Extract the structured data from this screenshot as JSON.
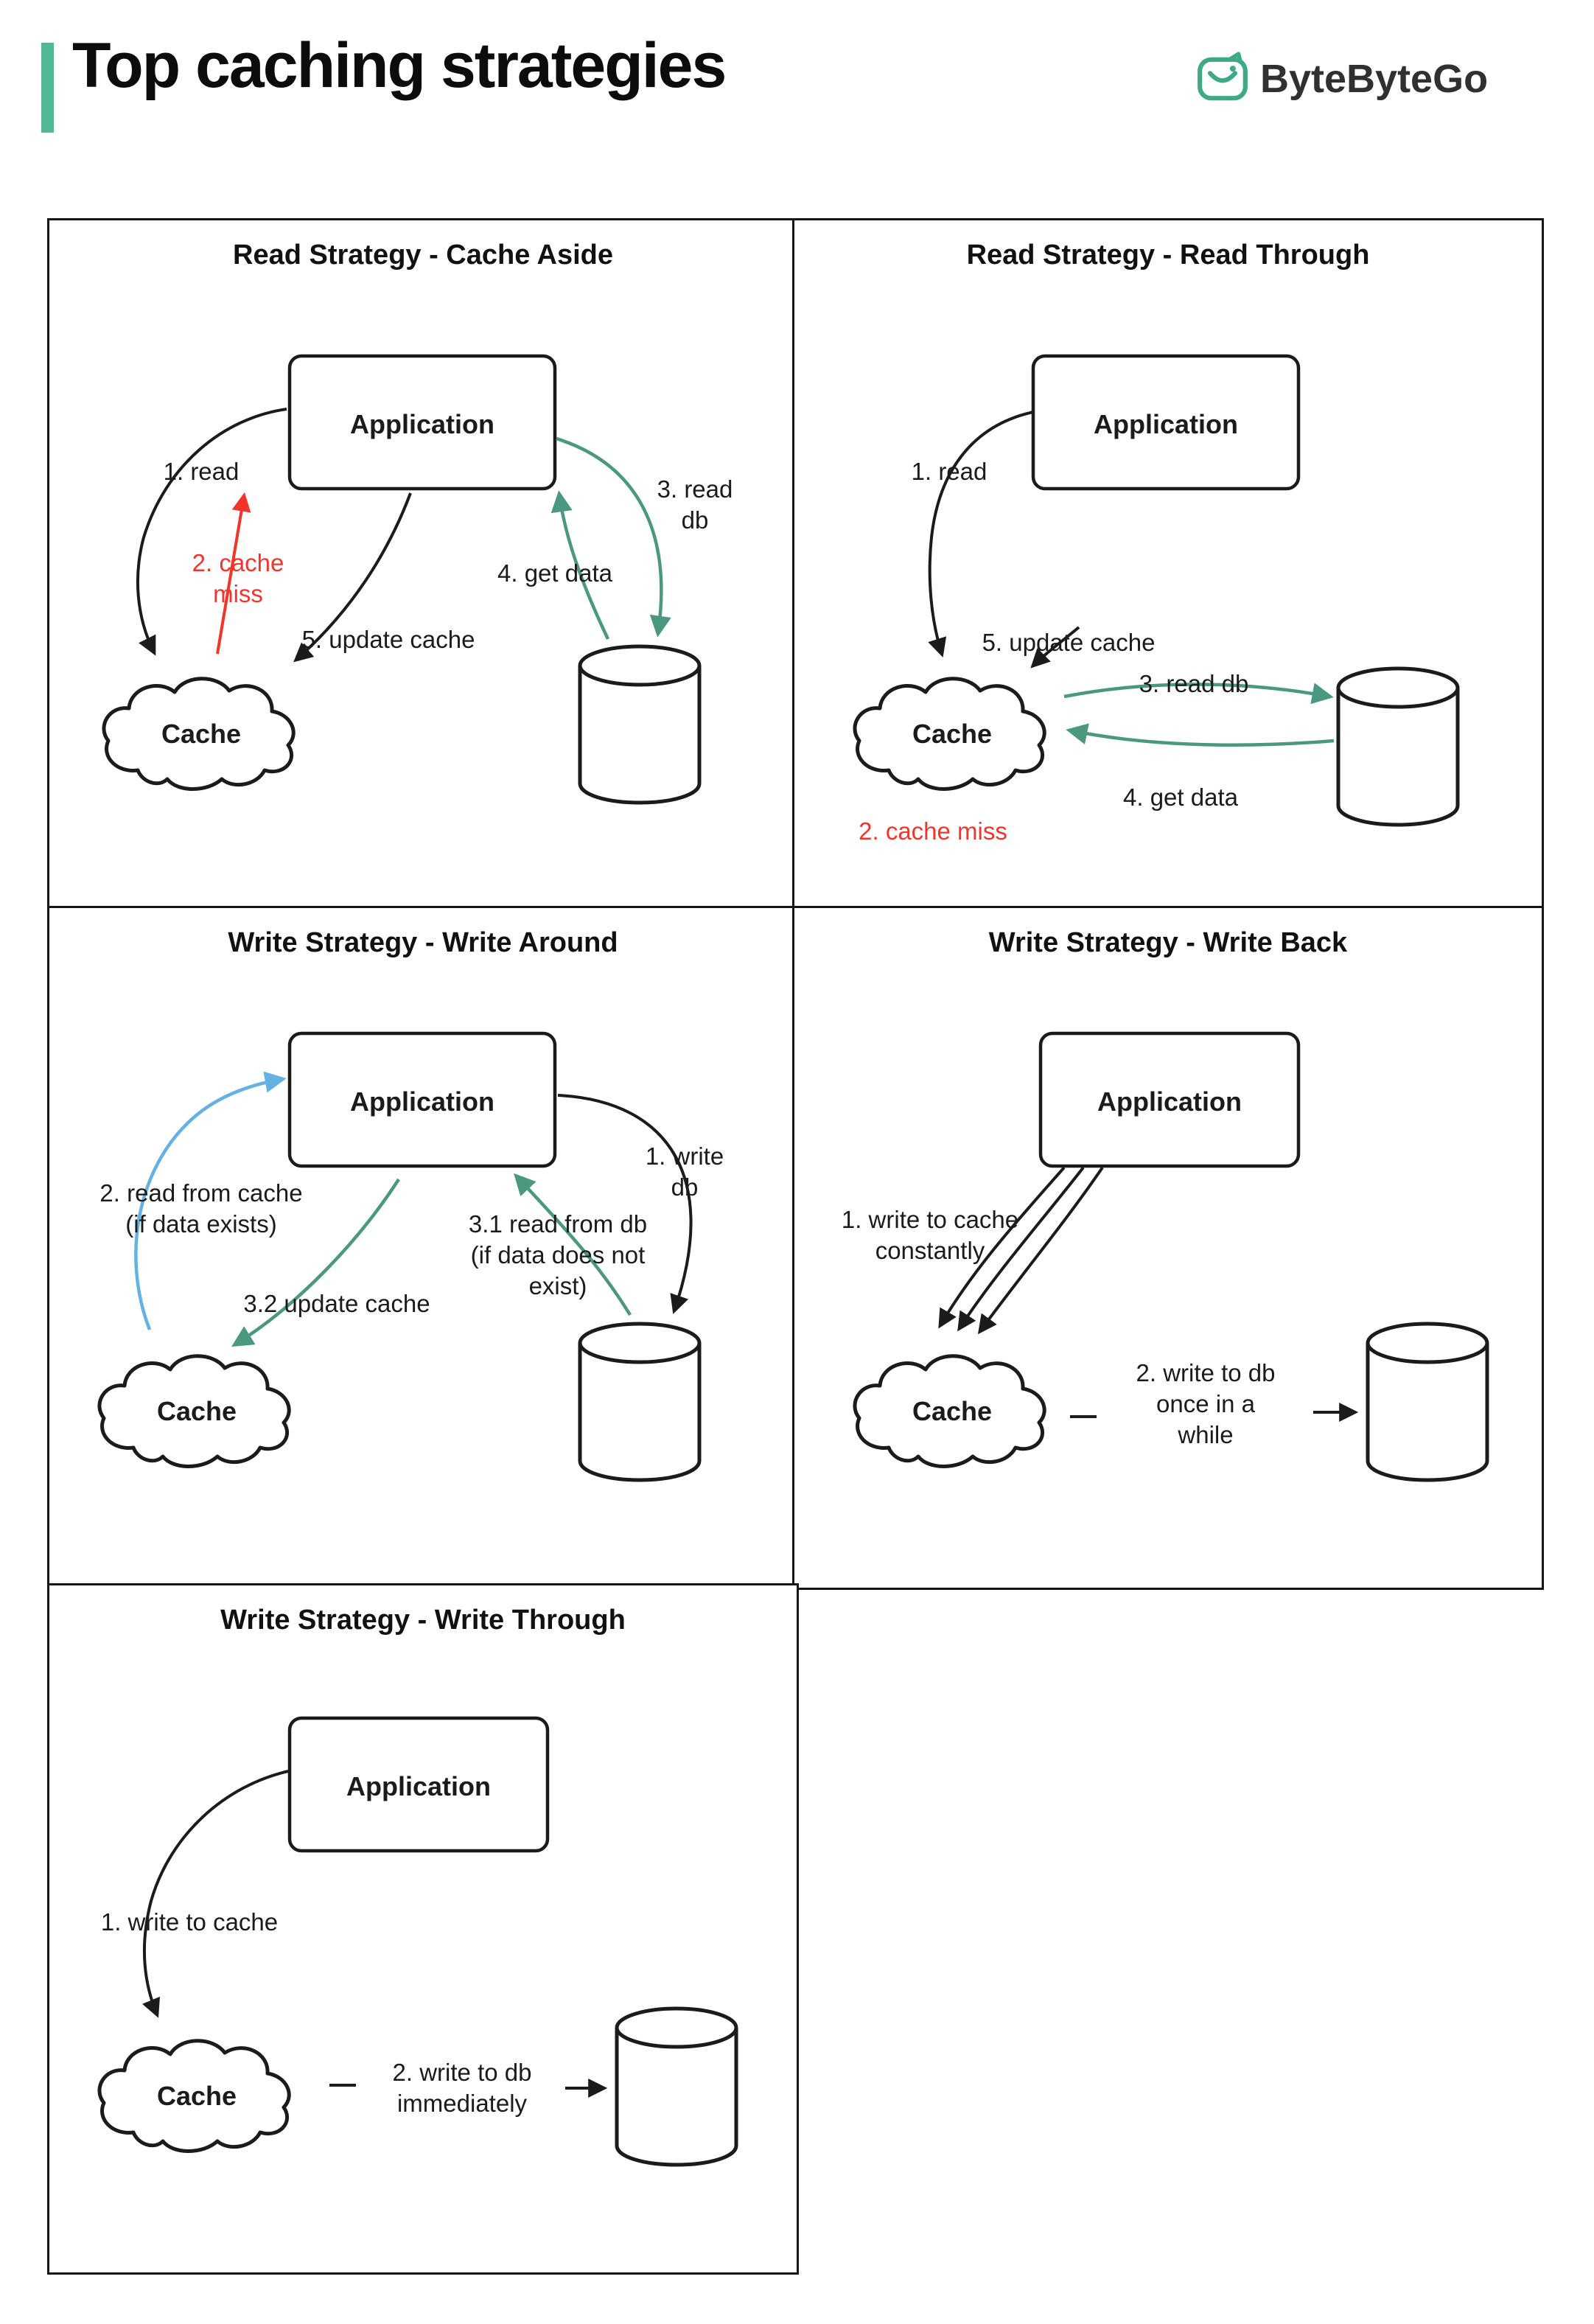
{
  "header": {
    "title": "Top caching strategies",
    "brand": "ByteByteGo"
  },
  "panel_cache_aside": {
    "title": "Read Strategy - Cache Aside",
    "app_label": "Application",
    "cache_label": "Cache",
    "step_read": "1. read",
    "step_cache_miss": "2. cache\nmiss",
    "step_read_db": "3. read db",
    "step_get_data": "4. get data",
    "step_update_cache": "5. update cache"
  },
  "panel_read_through": {
    "title": "Read Strategy - Read Through",
    "app_label": "Application",
    "cache_label": "Cache",
    "step_read": "1. read",
    "step_cache_miss": "2. cache miss",
    "step_read_db": "3. read db",
    "step_get_data": "4. get data",
    "step_update_cache": "5. update cache"
  },
  "panel_write_around": {
    "title": "Write Strategy - Write Around",
    "app_label": "Application",
    "cache_label": "Cache",
    "step_write_db": "1. write db",
    "step_read_cache": "2. read from cache\n(if data exists)",
    "step_read_db": "3.1 read from db\n(if data does not exist)",
    "step_update_cache": "3.2 update cache"
  },
  "panel_write_back": {
    "title": "Write Strategy - Write Back",
    "app_label": "Application",
    "cache_label": "Cache",
    "step_write_cache": "1. write to cache\nconstantly",
    "step_write_db": "2. write to db\nonce in a\nwhile"
  },
  "panel_write_through": {
    "title": "Write Strategy - Write Through",
    "app_label": "Application",
    "cache_label": "Cache",
    "step_write_cache": "1. write to cache",
    "step_write_db": "2. write to db\nimmediately"
  },
  "colors": {
    "accent_teal": "#52b795",
    "arrow_green": "#4a9880",
    "arrow_blue": "#64b1e4",
    "alert_red": "#f1352b",
    "ink": "#1b1b1b"
  }
}
